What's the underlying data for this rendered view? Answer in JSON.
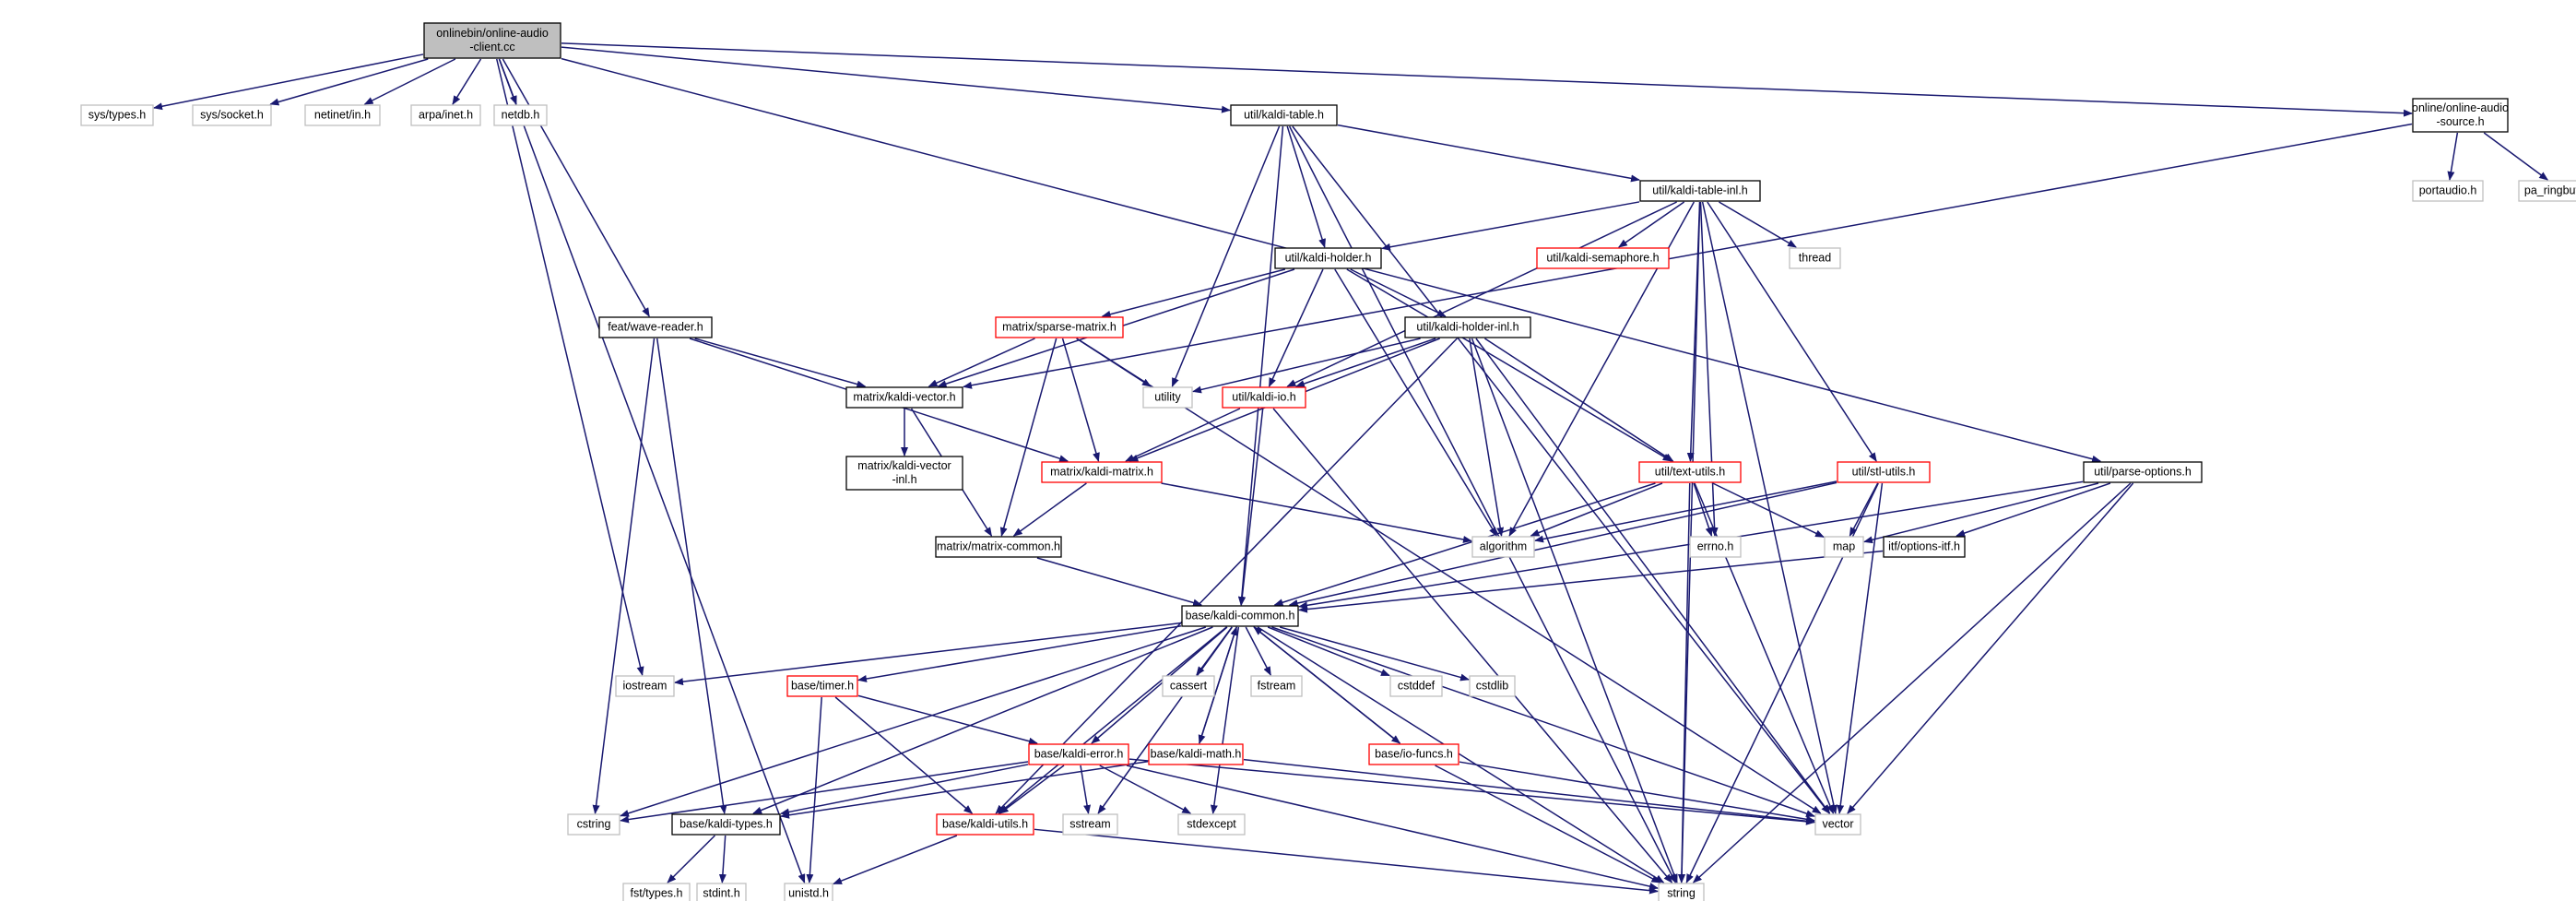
{
  "graph": {
    "colors": {
      "edge": "#191970",
      "root_fill": "#bfbfbf",
      "node_border": "#000000",
      "system_border": "#bfbfbf",
      "incomplete_border": "#ff0000",
      "text": "#000000"
    },
    "nodes": [
      {
        "id": "root",
        "lines": [
          "onlinebin/online-audio",
          "-client.cc"
        ],
        "kind": "root"
      },
      {
        "id": "sys_types",
        "lines": [
          "sys/types.h"
        ],
        "kind": "system"
      },
      {
        "id": "sys_socket",
        "lines": [
          "sys/socket.h"
        ],
        "kind": "system"
      },
      {
        "id": "netinet",
        "lines": [
          "netinet/in.h"
        ],
        "kind": "system"
      },
      {
        "id": "arpa",
        "lines": [
          "arpa/inet.h"
        ],
        "kind": "system"
      },
      {
        "id": "netdb",
        "lines": [
          "netdb.h"
        ],
        "kind": "system"
      },
      {
        "id": "kaldi_table",
        "lines": [
          "util/kaldi-table.h"
        ],
        "kind": "local"
      },
      {
        "id": "online_audio_source",
        "lines": [
          "online/online-audio",
          "-source.h"
        ],
        "kind": "local"
      },
      {
        "id": "portaudio",
        "lines": [
          "portaudio.h"
        ],
        "kind": "system"
      },
      {
        "id": "pa_ringbuffer",
        "lines": [
          "pa_ringbuffer.h"
        ],
        "kind": "system"
      },
      {
        "id": "kaldi_table_inl",
        "lines": [
          "util/kaldi-table-inl.h"
        ],
        "kind": "local"
      },
      {
        "id": "kaldi_holder",
        "lines": [
          "util/kaldi-holder.h"
        ],
        "kind": "local"
      },
      {
        "id": "kaldi_semaphore",
        "lines": [
          "util/kaldi-semaphore.h"
        ],
        "kind": "incomplete"
      },
      {
        "id": "thread",
        "lines": [
          "thread"
        ],
        "kind": "system"
      },
      {
        "id": "wave_reader",
        "lines": [
          "feat/wave-reader.h"
        ],
        "kind": "local"
      },
      {
        "id": "sparse_matrix",
        "lines": [
          "matrix/sparse-matrix.h"
        ],
        "kind": "incomplete"
      },
      {
        "id": "kaldi_holder_inl",
        "lines": [
          "util/kaldi-holder-inl.h"
        ],
        "kind": "local"
      },
      {
        "id": "kaldi_vector",
        "lines": [
          "matrix/kaldi-vector.h"
        ],
        "kind": "local"
      },
      {
        "id": "utility",
        "lines": [
          "utility"
        ],
        "kind": "system"
      },
      {
        "id": "kaldi_io",
        "lines": [
          "util/kaldi-io.h"
        ],
        "kind": "incomplete"
      },
      {
        "id": "kaldi_vector_inl",
        "lines": [
          "matrix/kaldi-vector",
          "-inl.h"
        ],
        "kind": "local"
      },
      {
        "id": "kaldi_matrix",
        "lines": [
          "matrix/kaldi-matrix.h"
        ],
        "kind": "incomplete"
      },
      {
        "id": "text_utils",
        "lines": [
          "util/text-utils.h"
        ],
        "kind": "incomplete"
      },
      {
        "id": "stl_utils",
        "lines": [
          "util/stl-utils.h"
        ],
        "kind": "incomplete"
      },
      {
        "id": "parse_options",
        "lines": [
          "util/parse-options.h"
        ],
        "kind": "local"
      },
      {
        "id": "algorithm",
        "lines": [
          "algorithm"
        ],
        "kind": "system"
      },
      {
        "id": "errno",
        "lines": [
          "errno.h"
        ],
        "kind": "system"
      },
      {
        "id": "map",
        "lines": [
          "map"
        ],
        "kind": "system"
      },
      {
        "id": "options_itf",
        "lines": [
          "itf/options-itf.h"
        ],
        "kind": "local"
      },
      {
        "id": "matrix_common",
        "lines": [
          "matrix/matrix-common.h"
        ],
        "kind": "local"
      },
      {
        "id": "kaldi_common",
        "lines": [
          "base/kaldi-common.h"
        ],
        "kind": "local"
      },
      {
        "id": "iostream",
        "lines": [
          "iostream"
        ],
        "kind": "system"
      },
      {
        "id": "timer",
        "lines": [
          "base/timer.h"
        ],
        "kind": "incomplete"
      },
      {
        "id": "cassert",
        "lines": [
          "cassert"
        ],
        "kind": "system"
      },
      {
        "id": "fstream",
        "lines": [
          "fstream"
        ],
        "kind": "system"
      },
      {
        "id": "cstddef",
        "lines": [
          "cstddef"
        ],
        "kind": "system"
      },
      {
        "id": "cstdlib",
        "lines": [
          "cstdlib"
        ],
        "kind": "system"
      },
      {
        "id": "kaldi_error",
        "lines": [
          "base/kaldi-error.h"
        ],
        "kind": "incomplete"
      },
      {
        "id": "kaldi_math",
        "lines": [
          "base/kaldi-math.h"
        ],
        "kind": "incomplete"
      },
      {
        "id": "io_funcs",
        "lines": [
          "base/io-funcs.h"
        ],
        "kind": "incomplete"
      },
      {
        "id": "cstring",
        "lines": [
          "cstring"
        ],
        "kind": "system"
      },
      {
        "id": "kaldi_types",
        "lines": [
          "base/kaldi-types.h"
        ],
        "kind": "local"
      },
      {
        "id": "kaldi_utils",
        "lines": [
          "base/kaldi-utils.h"
        ],
        "kind": "incomplete"
      },
      {
        "id": "sstream",
        "lines": [
          "sstream"
        ],
        "kind": "system"
      },
      {
        "id": "stdexcept",
        "lines": [
          "stdexcept"
        ],
        "kind": "system"
      },
      {
        "id": "vector",
        "lines": [
          "vector"
        ],
        "kind": "system"
      },
      {
        "id": "fst_types",
        "lines": [
          "fst/types.h"
        ],
        "kind": "system"
      },
      {
        "id": "stdint",
        "lines": [
          "stdint.h"
        ],
        "kind": "system"
      },
      {
        "id": "unistd",
        "lines": [
          "unistd.h"
        ],
        "kind": "system"
      },
      {
        "id": "string",
        "lines": [
          "string"
        ],
        "kind": "system"
      }
    ],
    "edges": [
      [
        "root",
        "sys_types"
      ],
      [
        "root",
        "sys_socket"
      ],
      [
        "root",
        "netinet"
      ],
      [
        "root",
        "arpa"
      ],
      [
        "root",
        "netdb"
      ],
      [
        "root",
        "kaldi_table"
      ],
      [
        "root",
        "online_audio_source"
      ],
      [
        "root",
        "wave_reader"
      ],
      [
        "root",
        "iostream"
      ],
      [
        "root",
        "unistd"
      ],
      [
        "root",
        "parse_options"
      ],
      [
        "online_audio_source",
        "portaudio"
      ],
      [
        "online_audio_source",
        "pa_ringbuffer"
      ],
      [
        "online_audio_source",
        "kaldi_vector"
      ],
      [
        "kaldi_table",
        "kaldi_table_inl"
      ],
      [
        "kaldi_table",
        "kaldi_holder"
      ],
      [
        "kaldi_table",
        "utility"
      ],
      [
        "kaldi_table",
        "kaldi_common"
      ],
      [
        "kaldi_table",
        "vector"
      ],
      [
        "kaldi_table",
        "string"
      ],
      [
        "kaldi_table_inl",
        "kaldi_holder"
      ],
      [
        "kaldi_table_inl",
        "kaldi_semaphore"
      ],
      [
        "kaldi_table_inl",
        "thread"
      ],
      [
        "kaldi_table_inl",
        "text_utils"
      ],
      [
        "kaldi_table_inl",
        "stl_utils"
      ],
      [
        "kaldi_table_inl",
        "algorithm"
      ],
      [
        "kaldi_table_inl",
        "errno"
      ],
      [
        "kaldi_table_inl",
        "kaldi_io"
      ],
      [
        "kaldi_table_inl",
        "vector"
      ],
      [
        "kaldi_table_inl",
        "string"
      ],
      [
        "kaldi_holder",
        "sparse_matrix"
      ],
      [
        "kaldi_holder",
        "kaldi_holder_inl"
      ],
      [
        "kaldi_holder",
        "kaldi_vector"
      ],
      [
        "kaldi_holder",
        "kaldi_io"
      ],
      [
        "kaldi_holder",
        "text_utils"
      ],
      [
        "kaldi_holder",
        "algorithm"
      ],
      [
        "wave_reader",
        "kaldi_vector"
      ],
      [
        "wave_reader",
        "kaldi_matrix"
      ],
      [
        "wave_reader",
        "kaldi_types"
      ],
      [
        "wave_reader",
        "cstring"
      ],
      [
        "sparse_matrix",
        "kaldi_vector"
      ],
      [
        "sparse_matrix",
        "kaldi_matrix"
      ],
      [
        "sparse_matrix",
        "utility"
      ],
      [
        "sparse_matrix",
        "matrix_common"
      ],
      [
        "sparse_matrix",
        "vector"
      ],
      [
        "kaldi_holder_inl",
        "utility"
      ],
      [
        "kaldi_holder_inl",
        "kaldi_io"
      ],
      [
        "kaldi_holder_inl",
        "kaldi_matrix"
      ],
      [
        "kaldi_holder_inl",
        "text_utils"
      ],
      [
        "kaldi_holder_inl",
        "algorithm"
      ],
      [
        "kaldi_holder_inl",
        "kaldi_utils"
      ],
      [
        "kaldi_holder_inl",
        "vector"
      ],
      [
        "kaldi_holder_inl",
        "string"
      ],
      [
        "kaldi_vector",
        "kaldi_vector_inl"
      ],
      [
        "kaldi_vector",
        "matrix_common"
      ],
      [
        "kaldi_io",
        "kaldi_common"
      ],
      [
        "kaldi_io",
        "kaldi_matrix"
      ],
      [
        "kaldi_io",
        "string"
      ],
      [
        "kaldi_matrix",
        "matrix_common"
      ],
      [
        "kaldi_matrix",
        "algorithm"
      ],
      [
        "text_utils",
        "algorithm"
      ],
      [
        "text_utils",
        "errno"
      ],
      [
        "text_utils",
        "map"
      ],
      [
        "text_utils",
        "kaldi_common"
      ],
      [
        "text_utils",
        "vector"
      ],
      [
        "text_utils",
        "string"
      ],
      [
        "stl_utils",
        "algorithm"
      ],
      [
        "stl_utils",
        "map"
      ],
      [
        "stl_utils",
        "kaldi_common"
      ],
      [
        "stl_utils",
        "vector"
      ],
      [
        "stl_utils",
        "string"
      ],
      [
        "parse_options",
        "map"
      ],
      [
        "parse_options",
        "options_itf"
      ],
      [
        "parse_options",
        "kaldi_common"
      ],
      [
        "parse_options",
        "vector"
      ],
      [
        "parse_options",
        "string"
      ],
      [
        "options_itf",
        "kaldi_common"
      ],
      [
        "matrix_common",
        "kaldi_common"
      ],
      [
        "kaldi_common",
        "iostream"
      ],
      [
        "kaldi_common",
        "timer"
      ],
      [
        "kaldi_common",
        "cassert"
      ],
      [
        "kaldi_common",
        "fstream"
      ],
      [
        "kaldi_common",
        "cstddef"
      ],
      [
        "kaldi_common",
        "cstdlib"
      ],
      [
        "kaldi_common",
        "kaldi_error"
      ],
      [
        "kaldi_common",
        "kaldi_math"
      ],
      [
        "kaldi_common",
        "io_funcs"
      ],
      [
        "kaldi_common",
        "cstring"
      ],
      [
        "kaldi_common",
        "kaldi_types"
      ],
      [
        "kaldi_common",
        "kaldi_utils"
      ],
      [
        "kaldi_common",
        "sstream"
      ],
      [
        "kaldi_common",
        "stdexcept"
      ],
      [
        "kaldi_common",
        "vector"
      ],
      [
        "kaldi_common",
        "string"
      ],
      [
        "timer",
        "kaldi_error"
      ],
      [
        "timer",
        "kaldi_utils"
      ],
      [
        "timer",
        "unistd"
      ],
      [
        "kaldi_error",
        "cstring"
      ],
      [
        "kaldi_error",
        "kaldi_types"
      ],
      [
        "kaldi_error",
        "kaldi_utils"
      ],
      [
        "kaldi_error",
        "sstream"
      ],
      [
        "kaldi_error",
        "stdexcept"
      ],
      [
        "kaldi_error",
        "vector"
      ],
      [
        "kaldi_error",
        "string"
      ],
      [
        "kaldi_math",
        "kaldi_common"
      ],
      [
        "kaldi_math",
        "kaldi_types"
      ],
      [
        "kaldi_math",
        "vector"
      ],
      [
        "io_funcs",
        "kaldi_common"
      ],
      [
        "io_funcs",
        "vector"
      ],
      [
        "io_funcs",
        "string"
      ],
      [
        "kaldi_types",
        "fst_types"
      ],
      [
        "kaldi_types",
        "stdint"
      ],
      [
        "kaldi_utils",
        "unistd"
      ],
      [
        "kaldi_utils",
        "string"
      ]
    ]
  }
}
